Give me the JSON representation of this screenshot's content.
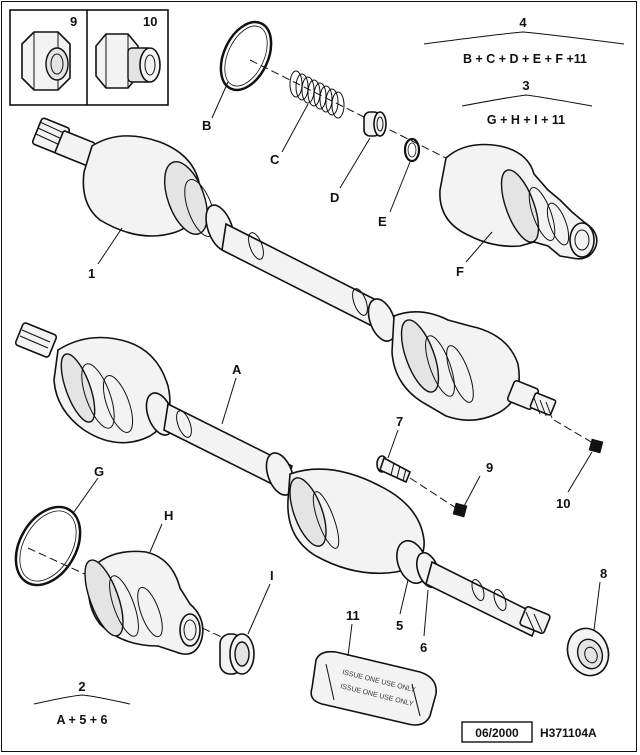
{
  "callouts": {
    "a": "A",
    "b": "B",
    "c": "C",
    "d": "D",
    "e": "E",
    "f": "F",
    "g": "G",
    "h": "H",
    "i": "I",
    "n1": "1",
    "n5": "5",
    "n6": "6",
    "n7": "7",
    "n8": "8",
    "n9": "9",
    "n10": "10",
    "n11": "11"
  },
  "inset": {
    "left_number": "9",
    "right_number": "10"
  },
  "kits": {
    "kit4": {
      "number": "4",
      "formula": "B + C + D + E + F +11"
    },
    "kit3": {
      "number": "3",
      "formula": "G + H + I + 11"
    },
    "kit2": {
      "number": "2",
      "formula": "A + 5 + 6"
    }
  },
  "packet_text": "ISSUE ONE USE ONLY",
  "footer": {
    "date": "06/2000",
    "reference": "H371104A"
  }
}
